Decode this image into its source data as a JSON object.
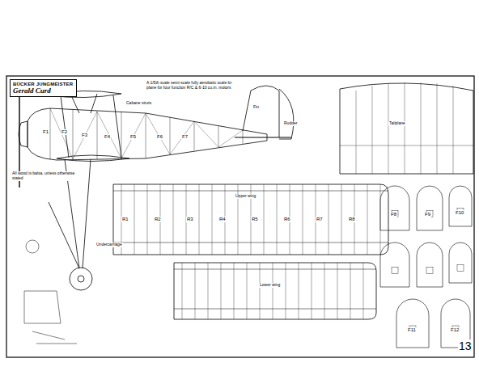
{
  "diagram": {
    "nodes": [
      {
        "text": [
          "BÜCKER JUNGMEISTER",
          "Gerald Curd"
        ]
      }
    ],
    "labels": [
      "A 1/5th scale semi-scale fully aerobatic scale bi-plane for four function R/C & 6-10 cu.in. motors",
      "All wood is balsa, unless otherwise stated",
      "F1",
      "F2",
      "F3",
      "F4",
      "F5",
      "F6",
      "F7",
      "R1",
      "R2",
      "R3",
      "R4",
      "R5",
      "R6",
      "R7",
      "R8",
      "F8",
      "F9",
      "F10",
      "F11",
      "F12",
      "Upper wing",
      "Lower wing",
      "Cabane struts",
      "Undercarriage",
      "Fin",
      "Rudder",
      "Tailplane",
      "13"
    ]
  }
}
